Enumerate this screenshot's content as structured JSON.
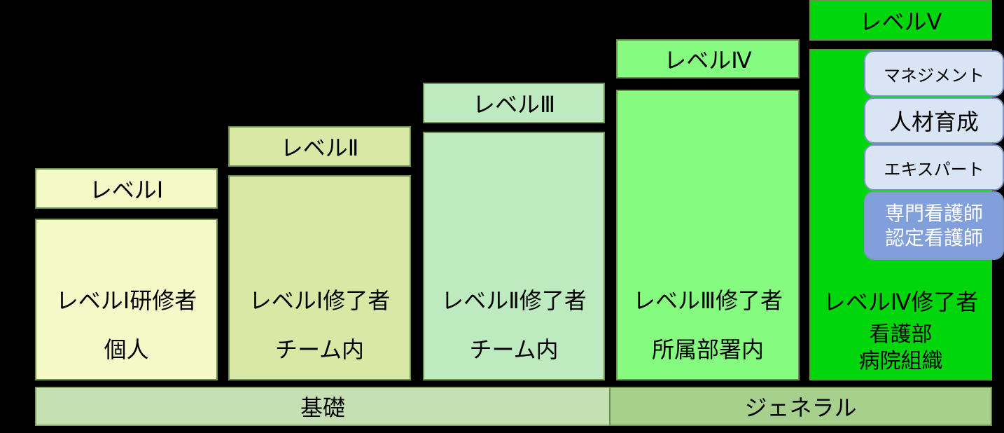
{
  "levels": [
    {
      "header": "レベルⅠ",
      "line1": "レベルⅠ研修者",
      "line2": "個人"
    },
    {
      "header": "レベルⅡ",
      "line1": "レベルⅠ修了者",
      "line2": "チーム内"
    },
    {
      "header": "レベルⅢ",
      "line1": "レベルⅡ修了者",
      "line2": "チーム内"
    },
    {
      "header": "レベルⅣ",
      "line1": "レベルⅢ修了者",
      "line2": "所属部署内"
    },
    {
      "header": "レベルⅤ",
      "line1": "レベルⅣ修了者",
      "line2": "看護部",
      "line3": "病院組織"
    }
  ],
  "roles": {
    "management": "マネジメント",
    "hr": "人材育成",
    "expert": "エキスパート",
    "certified_1": "専門看護師",
    "certified_2": "認定看護師"
  },
  "bottom": {
    "basic": "基礎",
    "general": "ジェネラル"
  },
  "colors": {
    "level1": "#f4f9c8",
    "level2": "#dae8a6",
    "level3": "#bdebbf",
    "level4": "#85fb7f",
    "level5": "#00d60c",
    "basic_bar": "#c6e0b4",
    "general_bar": "#a8d08d",
    "role_light": "#d9e4f5",
    "role_dark": "#809fdb"
  }
}
